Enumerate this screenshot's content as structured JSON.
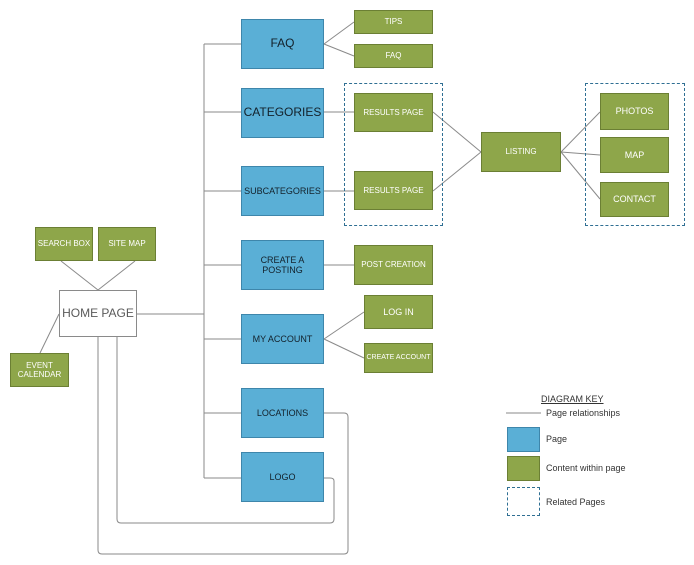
{
  "nodes": {
    "home": "HOME PAGE",
    "search_box": "SEARCH BOX",
    "site_map": "SITE MAP",
    "event_calendar": "EVENT CALENDAR",
    "faq_page": "FAQ",
    "categories": "CATEGORIES",
    "subcategories": "SUBCATEGORIES",
    "create_posting": "CREATE A POSTING",
    "my_account": "MY ACCOUNT",
    "locations": "LOCATIONS",
    "logo": "LOGO",
    "tips": "TIPS",
    "faq_content": "FAQ",
    "results_page_1": "RESULTS PAGE",
    "results_page_2": "RESULTS PAGE",
    "post_creation": "POST CREATION",
    "log_in": "LOG IN",
    "create_account": "CREATE ACCOUNT",
    "listing": "LISTING",
    "photos": "PHOTOS",
    "map": "MAP",
    "contact": "CONTACT"
  },
  "key": {
    "title": "DIAGRAM KEY",
    "relationships": "Page relationships",
    "page": "Page",
    "content": "Content within page",
    "related": "Related Pages"
  },
  "colors": {
    "page": "#5aafd6",
    "content": "#8ea64a",
    "line": "#8a8a8a",
    "group_border": "#2f6f93"
  }
}
